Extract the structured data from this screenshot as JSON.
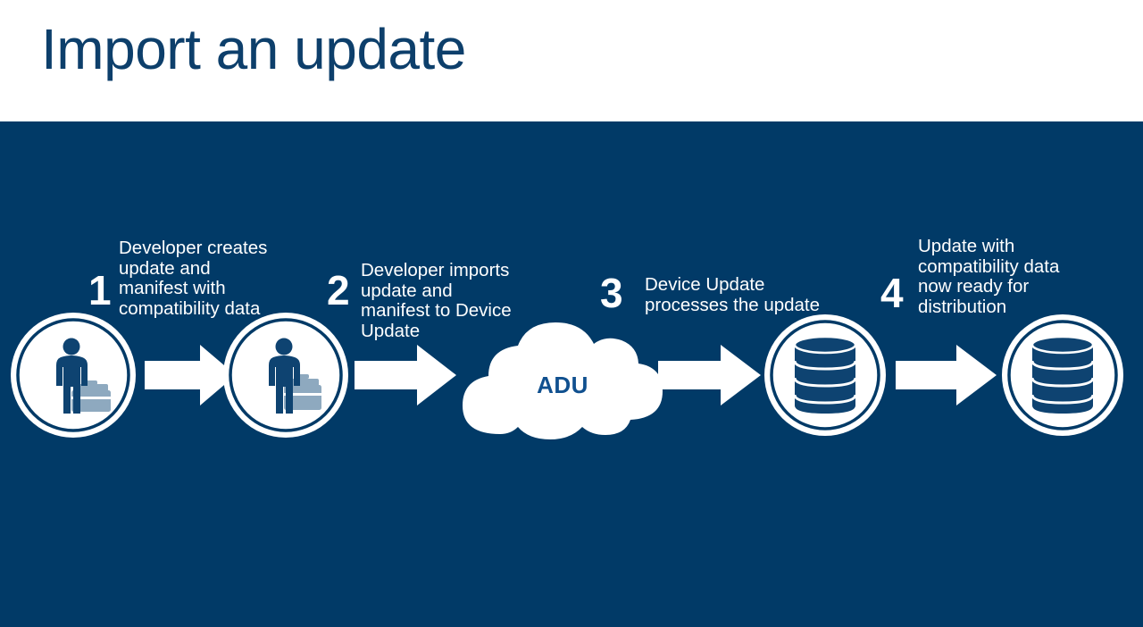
{
  "slide": {
    "title": "Import an update",
    "background_color": "#013a67",
    "header_color": "#ffffff",
    "title_color": "#0d3f6b",
    "text_color": "#ffffff",
    "accent_color": "#10508f",
    "icon_accent_color": "#8ea9bf"
  },
  "steps": [
    {
      "number": "1",
      "caption": "Developer creates update and manifest with compatibility data",
      "icon": "person-with-briefcase-icon"
    },
    {
      "number": "2",
      "caption": "Developer imports update and manifest to Device Update",
      "icon": "person-with-briefcase-icon"
    },
    {
      "number": "3",
      "caption": "Device Update processes the update",
      "icon": "database-icon"
    },
    {
      "number": "4",
      "caption": "Update with compatibility data now ready for distribution",
      "icon": "database-icon"
    }
  ],
  "cloud": {
    "label": "ADU",
    "icon": "cloud-shape"
  },
  "arrows": {
    "icon": "right-block-arrow-icon",
    "count": 4,
    "color": "#ffffff"
  }
}
